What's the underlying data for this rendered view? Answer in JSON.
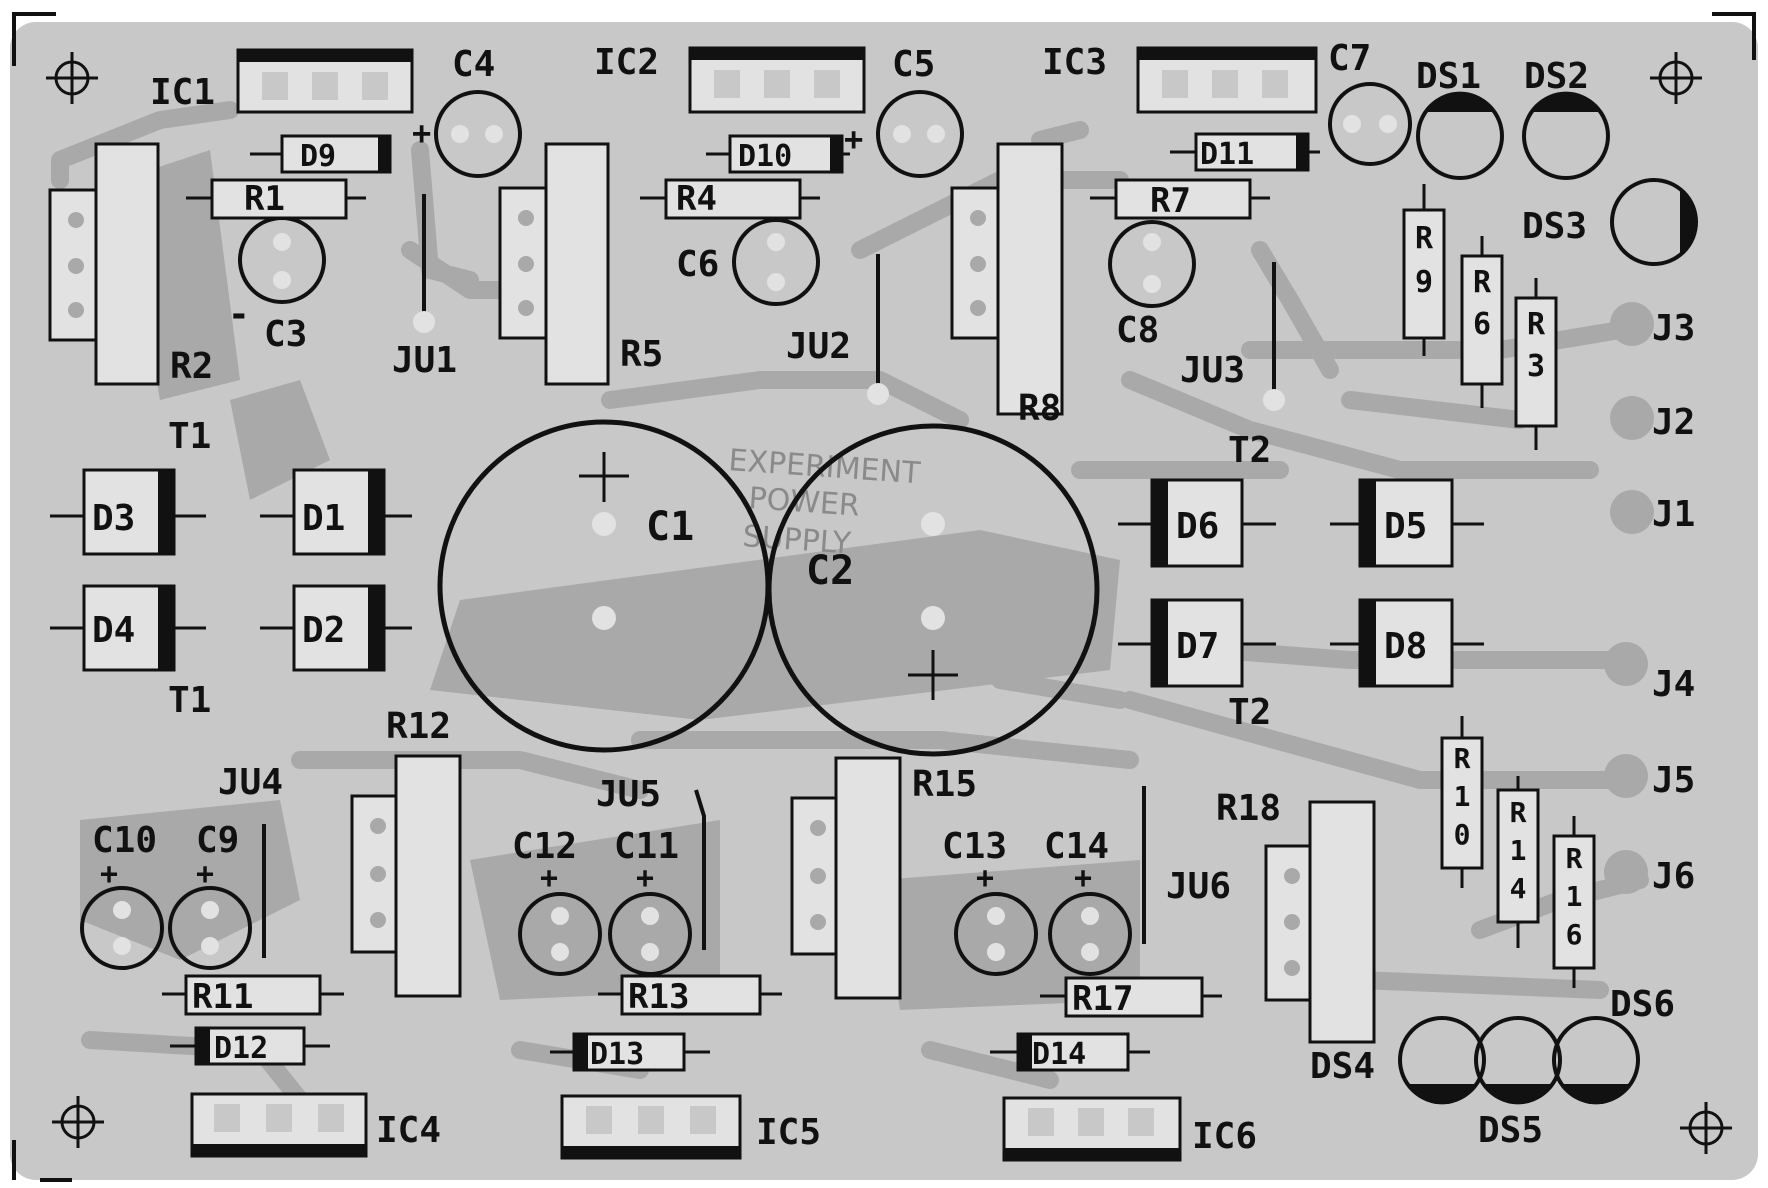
{
  "board": {
    "colors": {
      "background": "#ffffff",
      "board": "#c8c8c8",
      "trace": "#a9a9a9",
      "pad": "#e2e2e2",
      "outline": "#111111",
      "faint_text": "#8a8a8a"
    }
  },
  "labels": {
    "ic1": "IC1",
    "ic2": "IC2",
    "ic3": "IC3",
    "ic4": "IC4",
    "ic5": "IC5",
    "ic6": "IC6",
    "c1": "C1",
    "c2": "C2",
    "c3": "C3",
    "c4": "C4",
    "c5": "C5",
    "c6": "C6",
    "c7": "C7",
    "c8": "C8",
    "c9": "C9",
    "c10": "C10",
    "c11": "C11",
    "c12": "C12",
    "c13": "C13",
    "c14": "C14",
    "d1": "D1",
    "d2": "D2",
    "d3": "D3",
    "d4": "D4",
    "d5": "D5",
    "d6": "D6",
    "d7": "D7",
    "d8": "D8",
    "d9": "D9",
    "d10": "D10",
    "d11": "D11",
    "d12": "D12",
    "d13": "D13",
    "d14": "D14",
    "r1": "R1",
    "r2": "R2",
    "r3": "R3",
    "r4": "R4",
    "r5": "R5",
    "r6": "R6",
    "r7": "R7",
    "r8": "R8",
    "r9": "R9",
    "r10": "R10",
    "r11": "R11",
    "r12": "R12",
    "r13": "R13",
    "r14": "R14",
    "r15": "R15",
    "r16": "R16",
    "r17": "R17",
    "r18": "R18",
    "ds1": "DS1",
    "ds2": "DS2",
    "ds3": "DS3",
    "ds4": "DS4",
    "ds5": "DS5",
    "ds6": "DS6",
    "ju1": "JU1",
    "ju2": "JU2",
    "ju3": "JU3",
    "ju4": "JU4",
    "ju5": "JU5",
    "ju6": "JU6",
    "j1": "J1",
    "j2": "J2",
    "j3": "J3",
    "j4": "J4",
    "j5": "J5",
    "j6": "J6",
    "t1": "T1",
    "t2": "T2",
    "plus": "+",
    "minus": "-",
    "experiment_line1": "EXPERIMENT",
    "experiment_line2": "POWER",
    "experiment_line3": "SUPPLY"
  }
}
